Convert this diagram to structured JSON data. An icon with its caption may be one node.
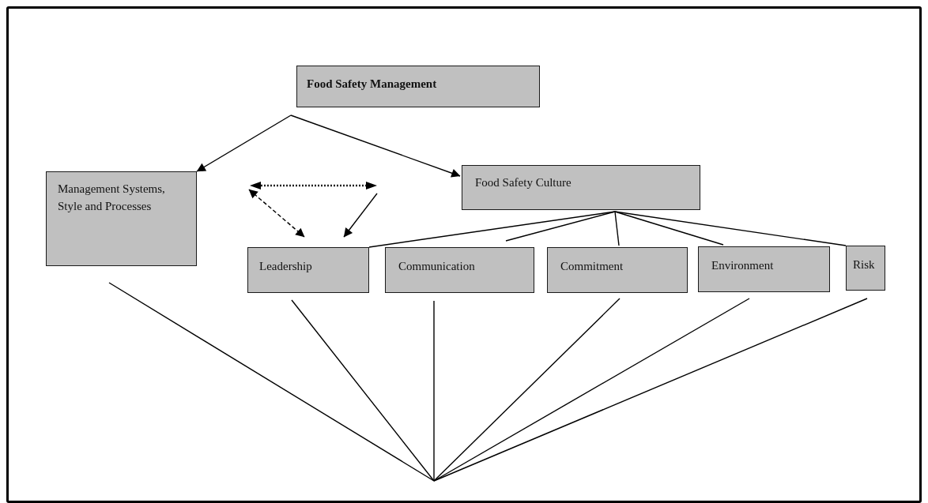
{
  "diagram": {
    "nodes": [
      {
        "text": [
          "Food Safety Management"
        ]
      },
      {
        "text": [
          "Management Systems, Style and Processes"
        ]
      },
      {
        "text": [
          "Food Safety Culture"
        ]
      },
      {
        "text": [
          "Leadership"
        ]
      },
      {
        "text": [
          "Communication"
        ]
      },
      {
        "text": [
          "Commitment"
        ]
      },
      {
        "text": [
          "Environment"
        ]
      },
      {
        "text": [
          "Risk"
        ]
      }
    ],
    "edges": [
      {
        "from": 0,
        "to": 1,
        "arrow": "to"
      },
      {
        "from": 0,
        "to": 2,
        "arrow": "to"
      },
      {
        "from": 2,
        "to": 3,
        "arrow": "none"
      },
      {
        "from": 2,
        "to": 4,
        "arrow": "none"
      },
      {
        "from": 2,
        "to": 5,
        "arrow": "none"
      },
      {
        "from": 2,
        "to": 6,
        "arrow": "none"
      },
      {
        "from": 2,
        "to": 7,
        "arrow": "none"
      },
      {
        "from": null,
        "to": 3,
        "arrow": "both",
        "style": "dashed"
      },
      {
        "from": null,
        "to": 3,
        "arrow": "to"
      },
      {
        "from": 1,
        "to": null,
        "arrow": "none"
      },
      {
        "from": 3,
        "to": null,
        "arrow": "none"
      },
      {
        "from": 4,
        "to": null,
        "arrow": "none"
      },
      {
        "from": 5,
        "to": null,
        "arrow": "none"
      },
      {
        "from": 6,
        "to": null,
        "arrow": "none"
      },
      {
        "from": 7,
        "to": null,
        "arrow": "none"
      }
    ]
  }
}
